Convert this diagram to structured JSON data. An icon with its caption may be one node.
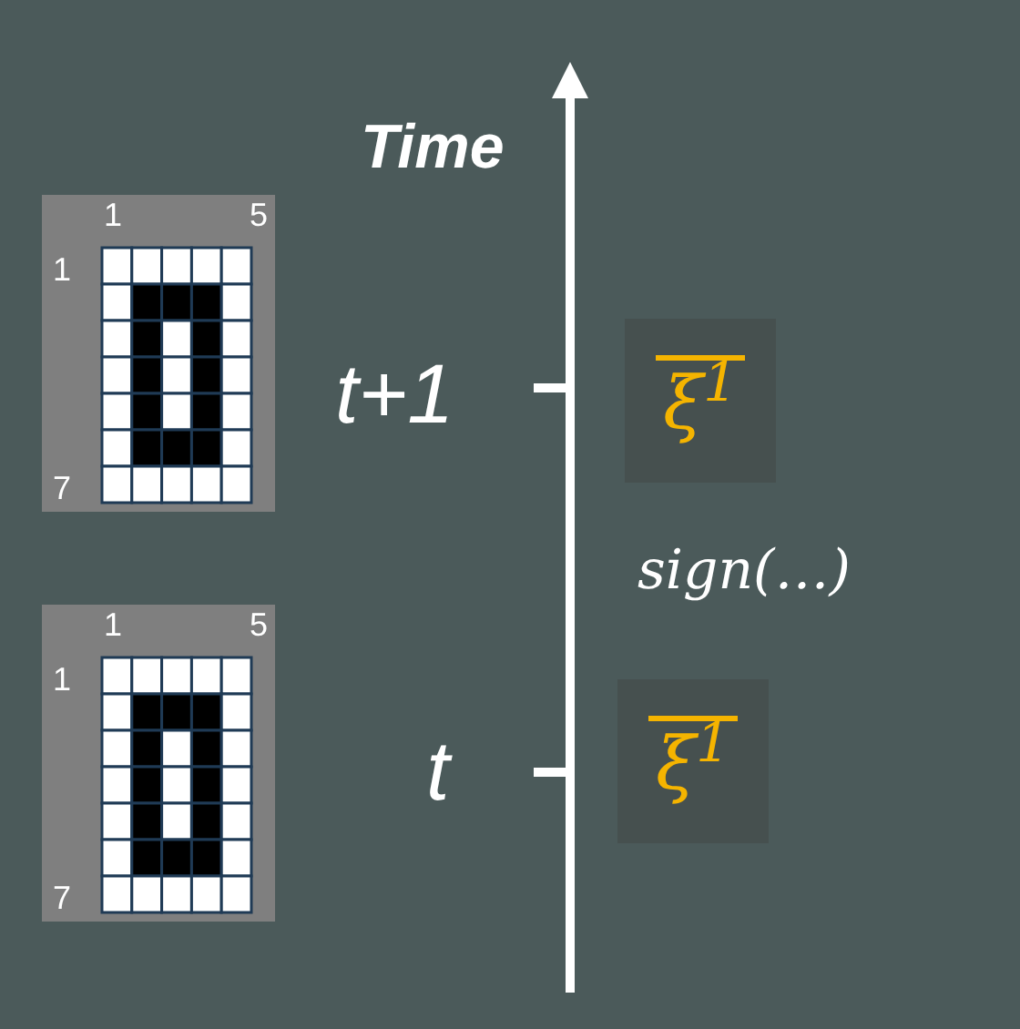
{
  "diagram": {
    "nodes": [
      {
        "text": [
          "1",
          "5",
          "1",
          "7"
        ]
      },
      {
        "text": [
          "1",
          "5",
          "1",
          "7"
        ]
      },
      {
        "text": [
          "ξ$^{1}$"
        ]
      },
      {
        "text": [
          "ξ$^{1}$"
        ]
      }
    ],
    "labels": [
      "Time",
      "t+1",
      "sign(…)",
      "t"
    ]
  }
}
